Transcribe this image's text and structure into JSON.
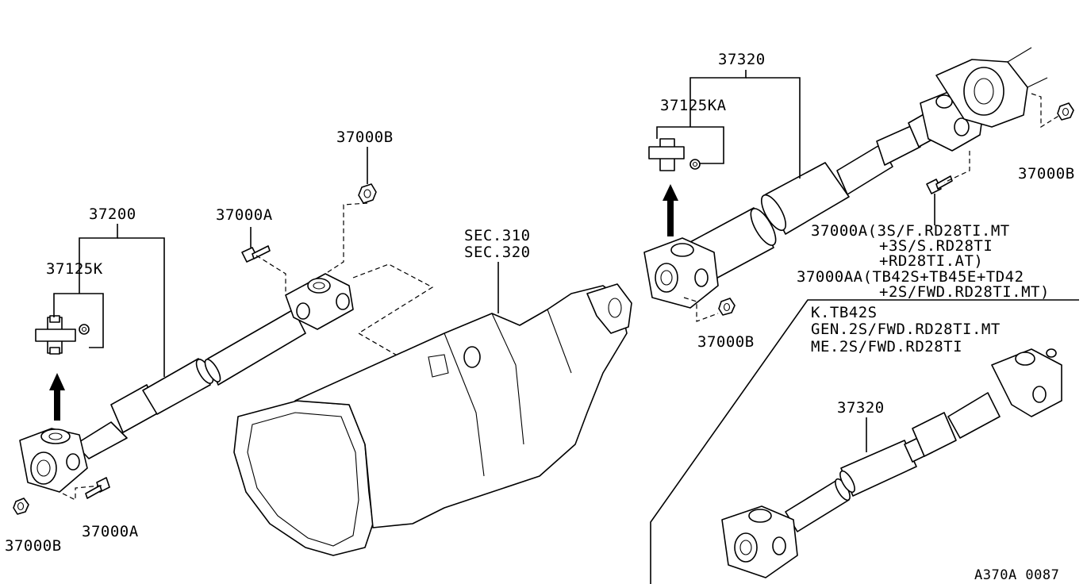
{
  "labels": {
    "p37200": "37200",
    "p37125k": "37125K",
    "p37000a_top": "37000A",
    "p37000b_top": "37000B",
    "p37000b_left": "37000B",
    "p37000a_bottom": "37000A",
    "sec310": "SEC.310",
    "sec320": "SEC.320",
    "p37320_top": "37320",
    "p37125ka": "37125KA",
    "p37000b_right": "37000B",
    "note_37000a_1": "37000A(3S/F.RD28TI.MT",
    "note_37000a_2": "+3S/S.RD28TI",
    "note_37000a_3": "+RD28TI.AT)",
    "note_37000aa_1": "37000AA(TB42S+TB45E+TD42",
    "note_37000aa_2": "+2S/FWD.RD28TI.MT)",
    "p37000b_mid": "37000B",
    "variant_1": "K.TB42S",
    "variant_2": "GEN.2S/FWD.RD28TI.MT",
    "variant_3": "ME.2S/FWD.RD28TI",
    "p37320_bottom": "37320",
    "diagram_code": "A370A 0087"
  }
}
